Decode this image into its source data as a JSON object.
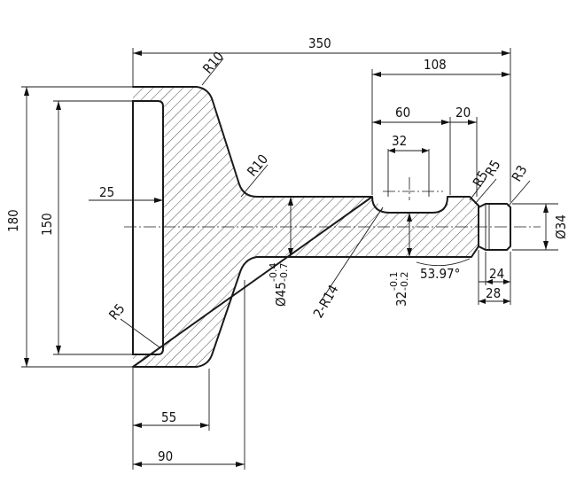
{
  "dimensions": {
    "overall_length": "350",
    "slot_pos": "108",
    "slot_len": "60",
    "slot_gap": "20",
    "slot_inner": "32",
    "chamfer_r": "R5",
    "chamfer_r2": "R5",
    "end_r": "R3",
    "head_r_top": "R10",
    "fillet_r": "R10",
    "depth_25": "25",
    "head_width": "180",
    "head_inner": "150",
    "corner_r5": "R5",
    "shaft_dia": "Ø45",
    "shaft_tol_upper": "-0.4",
    "shaft_tol_lower": "-0.7",
    "slot_r": "2-R14",
    "slot_dia": "32",
    "slot_tol_upper": "-0.1",
    "slot_tol_lower": "-0.2",
    "angle": "53.97°",
    "end_dia": "Ø34",
    "len_24": "24",
    "len_28": "28",
    "len_55": "55",
    "len_90": "90"
  },
  "colors": {
    "line": "#1a1a1a",
    "background": "#ffffff"
  }
}
